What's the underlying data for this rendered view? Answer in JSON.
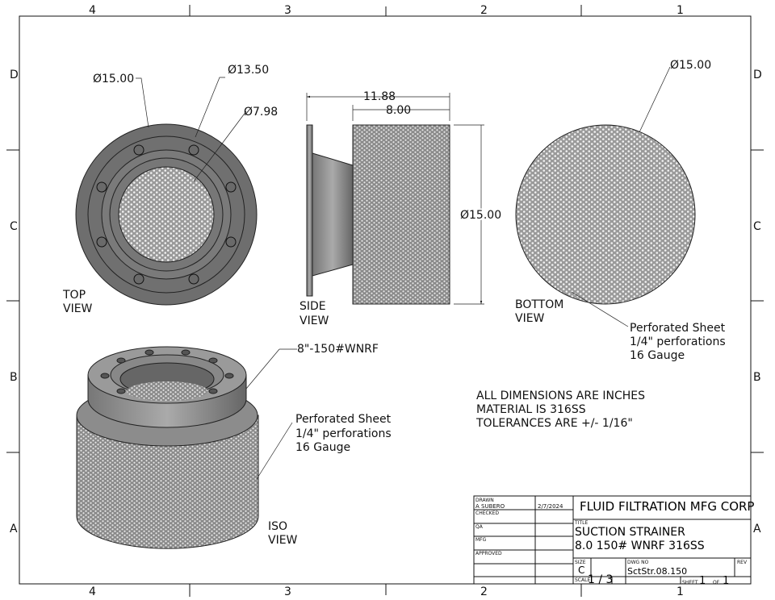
{
  "zones": {
    "columns": [
      "4",
      "3",
      "2",
      "1"
    ],
    "rows": [
      "D",
      "C",
      "B",
      "A"
    ]
  },
  "top_view": {
    "label1": "TOP",
    "label2": "VIEW",
    "dims": [
      "Ø15.00",
      "Ø13.50",
      "Ø7.98"
    ]
  },
  "side_view": {
    "label1": "SIDE",
    "label2": "VIEW",
    "dims": [
      "11.88",
      "8.00",
      "Ø15.00"
    ]
  },
  "bottom_view": {
    "label1": "BOTTOM",
    "label2": "VIEW",
    "dim": "Ø15.00",
    "note": [
      "Perforated Sheet",
      "1/4\" perforations",
      "16 Gauge"
    ]
  },
  "iso_view": {
    "label1": "ISO",
    "label2": "VIEW",
    "flange_note": "8\"-150#WNRF",
    "note": [
      "Perforated Sheet",
      "1/4\" perforations",
      "16 Gauge"
    ]
  },
  "general_notes": [
    "ALL DIMENSIONS ARE INCHES",
    "MATERIAL IS 316SS",
    "TOLERANCES ARE +/- 1/16\""
  ],
  "title_block": {
    "drawn_label": "DRAWN",
    "drawn_by": "A SUBERO",
    "drawn_date": "2/7/2024",
    "checked_label": "CHECKED",
    "qa_label": "QA",
    "mfg_label": "MFG",
    "approved_label": "APPROVED",
    "company": "FLUID FILTRATION MFG CORP",
    "title_label": "TITLE",
    "title_line1": "SUCTION STRAINER",
    "title_line2": "8.0 150# WNRF 316SS",
    "size_label": "SIZE",
    "size": "C",
    "dwg_no_label": "DWG NO",
    "dwg_no": "SctStr.08.150",
    "rev_label": "REV",
    "scale_label": "SCALE",
    "scale": "1 / 3",
    "sheet_label": "SHEET",
    "sheet": "1",
    "of_label": "OF",
    "of": "1"
  }
}
